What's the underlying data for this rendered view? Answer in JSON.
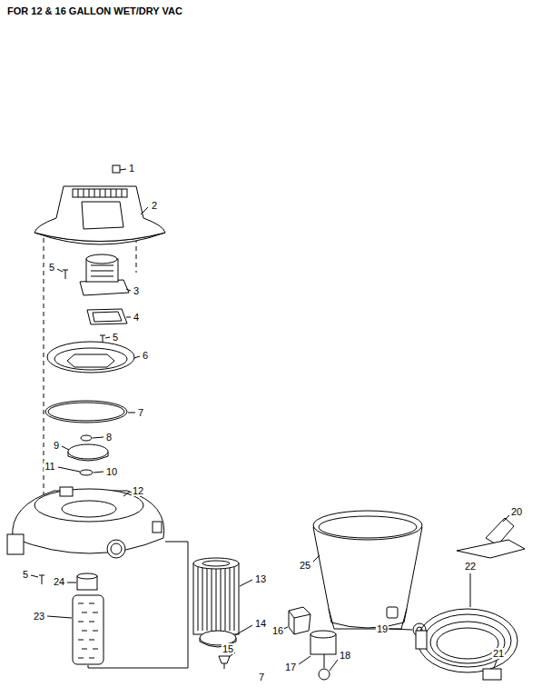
{
  "diagram": {
    "title": "FOR 12 & 16 GALLON WET/DRY VAC",
    "labels": [
      "1",
      "2",
      "5",
      "3",
      "4",
      "5",
      "6",
      "7",
      "8",
      "9",
      "10",
      "11",
      "12",
      "5",
      "24",
      "13",
      "14",
      "15",
      "16",
      "17",
      "18",
      "19",
      "20",
      "22",
      "21",
      "23",
      "25",
      "7"
    ]
  }
}
